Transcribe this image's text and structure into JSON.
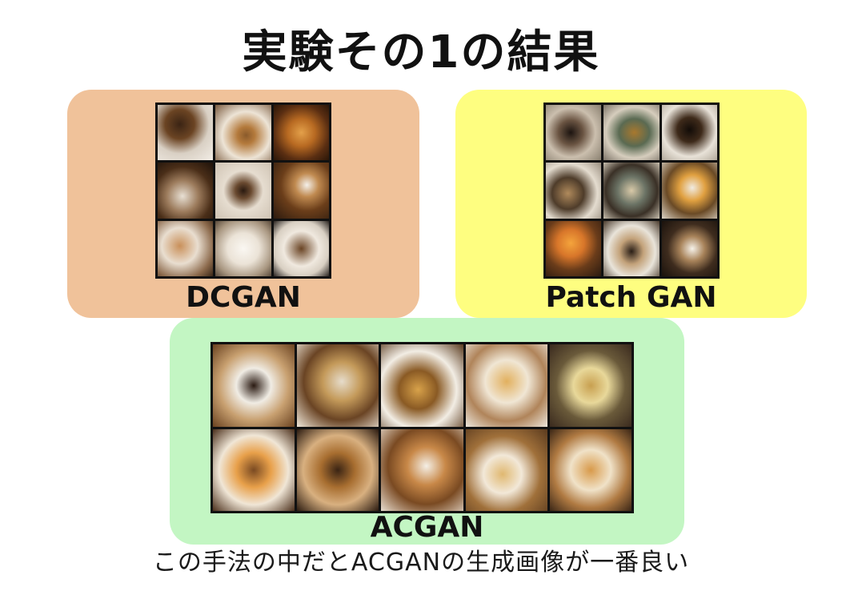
{
  "slide": {
    "title": "実験その1の結果",
    "caption": "この手法の中だとACGANの生成画像が一番良い"
  },
  "panels": {
    "dcgan": {
      "label": "DCGAN",
      "background": "#F0C29A"
    },
    "patch_gan": {
      "label": "Patch GAN",
      "background": "#FEFE80"
    },
    "acgan": {
      "label": "ACGAN",
      "background": "#C3F6C3"
    }
  }
}
